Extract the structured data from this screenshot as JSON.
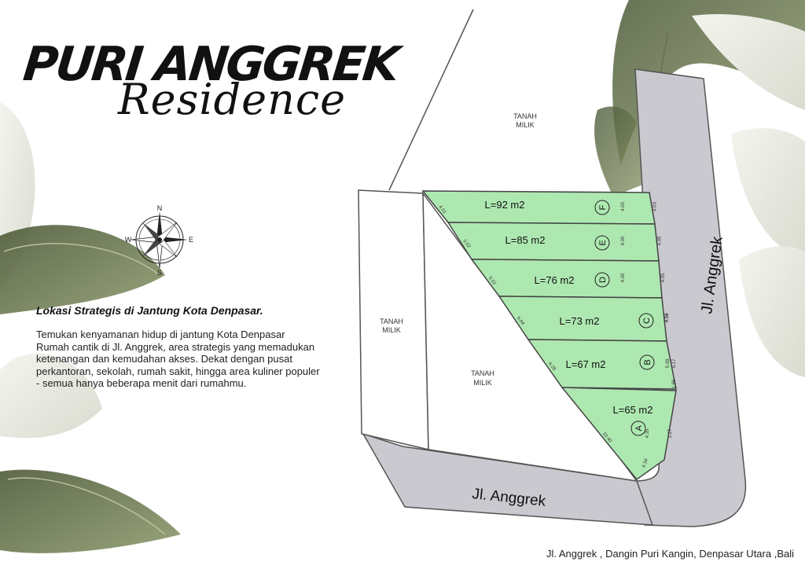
{
  "title": {
    "main": "PURI ANGGREK",
    "sub": "Residence"
  },
  "headline": "Lokasi Strategis di Jantung Kota Denpasar.",
  "description_lines": [
    "Temukan kenyamanan hidup di jantung Kota Denpasar",
    "Rumah cantik di Jl. Anggrek, area strategis yang memadukan",
    "ketenangan dan kemudahan akses. Dekat dengan pusat",
    "perkantoran, sekolah, rumah sakit, hingga area kuliner populer",
    " - semua hanya beberapa menit dari rumahmu."
  ],
  "compass": {
    "n": "N",
    "s": "S",
    "e": "E",
    "w": "W"
  },
  "map": {
    "road_right": "Jl. Anggrek",
    "road_bottom": "Jl. Anggrek",
    "land_top": [
      "TANAH",
      "MILIK"
    ],
    "land_left": [
      "TANAH",
      "MILIK"
    ],
    "land_center": [
      "TANAH",
      "MILIK"
    ],
    "plot_color": "#aee8b1",
    "road_color": "#c9c9cf",
    "lots": [
      {
        "id": "F",
        "area": "L=92 m2",
        "left": "4.01",
        "mid": "4.00",
        "right": "4.03"
      },
      {
        "id": "E",
        "area": "L=85 m2",
        "left": "5.02",
        "mid": "4.00",
        "right": "4.05"
      },
      {
        "id": "D",
        "area": "L=76 m2",
        "left": "5.02",
        "mid": "4.00",
        "right": "4.05"
      },
      {
        "id": "C",
        "area": "L=73 m2",
        "left": "5.64",
        "mid": "4.50",
        "right": "4.54"
      },
      {
        "id": "B",
        "area": "L=67 m2",
        "left": "6.28",
        "mid": "5.08",
        "right": "5.17",
        "right2": "1.66"
      },
      {
        "id": "A",
        "area": "L=65 m2",
        "left": "10.40",
        "mid": "4.35",
        "right": "2.27",
        "bottom": "4.34"
      }
    ]
  },
  "address": "Jl. Anggrek , Dangin Puri Kangin, Denpasar Utara ,Bali"
}
